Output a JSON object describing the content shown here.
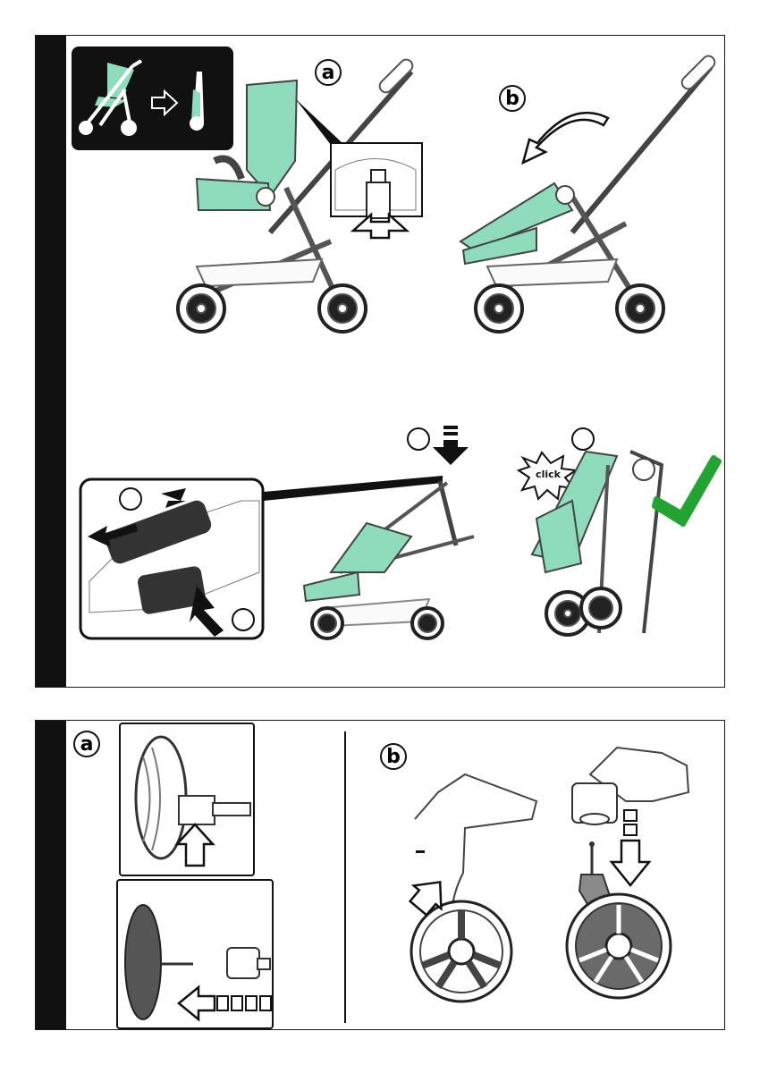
{
  "colors": {
    "mint": "#8fdcbd",
    "mint_dark": "#5fbf9a",
    "black": "#111111",
    "check_green": "#22a332",
    "frame_grey": "#6f6f6f"
  },
  "panel_top": {
    "labels": {
      "a": "a",
      "b": "b"
    },
    "click_text": "click",
    "icons": [
      "stroller-fold-icon",
      "folded-stroller-icon",
      "arrow-right-icon",
      "check-icon"
    ]
  },
  "panel_bottom": {
    "labels": {
      "a": "a",
      "b": "b"
    },
    "icons": [
      "wheel-insert-icon",
      "wheel-remove-icon",
      "front-wheel-attach-icon"
    ]
  }
}
